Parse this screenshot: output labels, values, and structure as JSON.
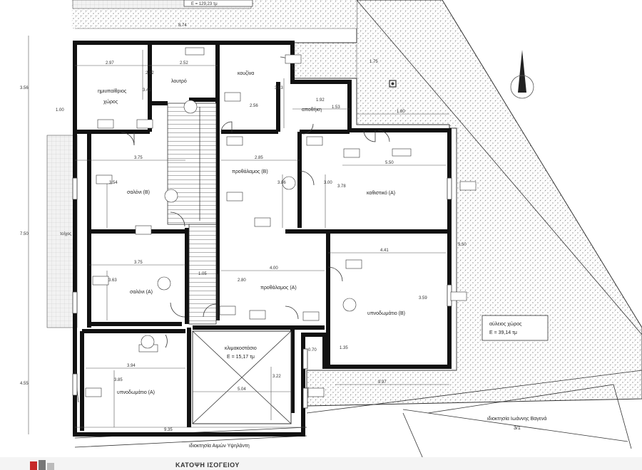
{
  "header": {
    "area_label": "E = 129,23 τμ"
  },
  "rooms": {
    "semi_open": {
      "line1": "ημιυπαίθριος",
      "line2": "χώρος"
    },
    "toilet": "λουτρό",
    "kitchen": "κουζίνα",
    "storage": "αποθήκη",
    "hall_b": "προθάλαμος (Β)",
    "living_b": "σαλόνι (Β)",
    "kitchenette_a": "καθιστικό (Α)",
    "living_a": "σαλόνι (Α)",
    "hall_a": "προθάλαμος (Α)",
    "bedroom_b": "υπνοδωμάτιο (Β)",
    "bedroom_a": "υπνοδωμάτιο (Α)",
    "light_well": {
      "line1": "κλιμακοστάσιο",
      "line2": "E = 15,17 τμ"
    }
  },
  "yard": {
    "line1": "αύλειος χώρος",
    "line2": "E = 39,14 τμ"
  },
  "neighbors": {
    "south": "ιδιοκτησία Αιμών Υψηλάντη",
    "southeast_line1": "ιδιοκτησία Ιωάννης Βαγενά",
    "southeast_line2": "3/1"
  },
  "dimensions": {
    "top_total": "8.74",
    "left_side": "1.00",
    "semi_w": "2.97",
    "toilet_w": "2.52",
    "toilet_h": "2.12",
    "kitchen_w": "2.56",
    "kitchen_h": "3.53",
    "storage_w": "1.92",
    "storage_h": "1.53",
    "east_top": "1.80",
    "east_vertical": "1.75",
    "left_vertical_1": "3.56",
    "left_vertical_2": "7.50",
    "left_vertical_3": "4.55",
    "semi_h": "3.41",
    "living_b_w": "3.75",
    "living_b_h": "3.54",
    "hall_b_w": "2.85",
    "hall_b_h": "3.86",
    "kitchen_a_w": "5.50",
    "kitchen_a_h": "3.78",
    "kitchen_a_h2": "3.00",
    "living_a_w": "3.75",
    "living_a_h": "3.63",
    "stair_w": "1.05",
    "hall_a_w": "4.00",
    "hall_a_h": "2.80",
    "bedroom_b_w": "4.41",
    "bedroom_b_h": "3.59",
    "bedroom_a_w": "3.94",
    "bedroom_a_h": "3.85",
    "well_w": "5.04",
    "well_h": "3.22",
    "small_1": "0.70",
    "small_2": "1.35",
    "right_vert": "9.50",
    "south_long": "9.97",
    "bottom_line": "9.35",
    "wall_label": "τοίχος"
  },
  "title_strip": "ΚΑΤΟΨΗ ΙΣΟΓΕΙΟΥ",
  "colors": {
    "wall": "#111111",
    "hatch": "#9a9a9a",
    "paper": "#ffffff"
  },
  "icons": [
    "north-arrow-icon",
    "compass-circle-icon",
    "logo-icon"
  ]
}
